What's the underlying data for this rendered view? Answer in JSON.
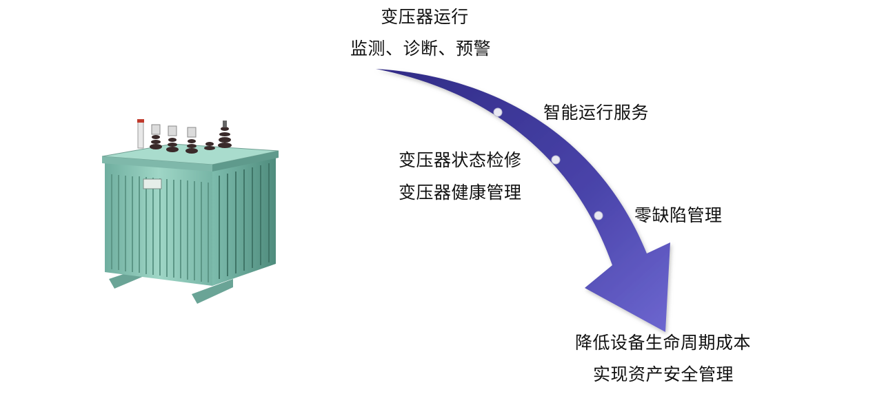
{
  "top_text": {
    "line1": "变压器运行",
    "line2": "监测、诊断、预警"
  },
  "milestones": [
    {
      "label": "智能运行服务"
    },
    {
      "label_line1": "变压器状态检修",
      "label_line2": "变压器健康管理"
    },
    {
      "label": "零缺陷管理"
    }
  ],
  "bottom_text": {
    "line1": "降低设备生命周期成本",
    "line2": "实现资产安全管理"
  },
  "colors": {
    "arrow_dark": "#3a3595",
    "arrow_light": "#6a64cc",
    "dot": "#e8e8f2",
    "transformer_body": "#8fc9b9",
    "transformer_dark": "#5f9c8d"
  },
  "icons": {
    "transformer": "power-transformer-icon",
    "arrow": "curved-arrow-icon"
  }
}
